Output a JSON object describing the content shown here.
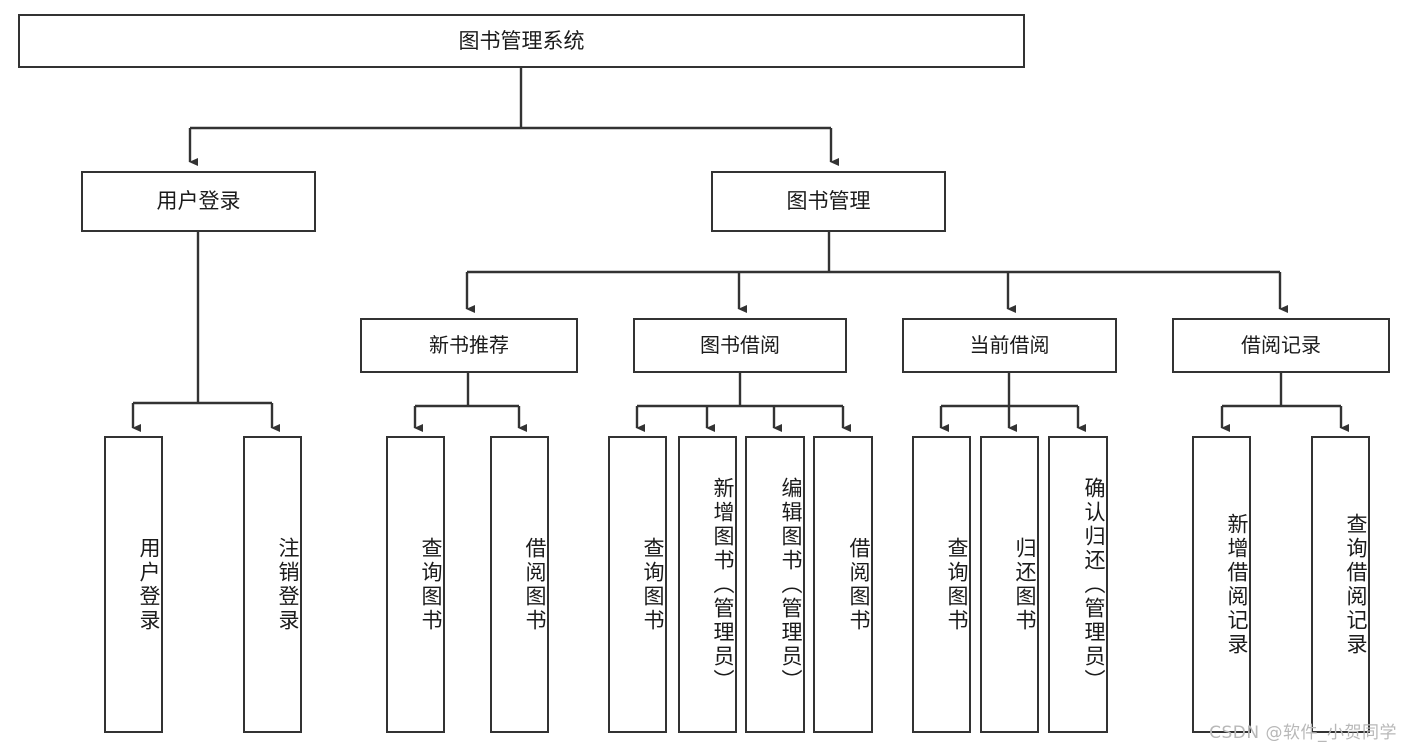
{
  "diagram": {
    "title_node": {
      "label": "图书管理系统"
    },
    "level2": [
      {
        "id": "user-login",
        "label": "用户登录"
      },
      {
        "id": "book-management",
        "label": "图书管理"
      }
    ],
    "level3": [
      {
        "id": "new-book-recommend",
        "label": "新书推荐"
      },
      {
        "id": "book-borrow",
        "label": "图书借阅"
      },
      {
        "id": "current-borrow",
        "label": "当前借阅"
      },
      {
        "id": "borrow-record",
        "label": "借阅记录"
      }
    ],
    "leaves": {
      "user_login": [
        {
          "id": "leaf-user-login",
          "label": "用户登录"
        },
        {
          "id": "leaf-logout-login",
          "label": "注销登录"
        }
      ],
      "new_book_recommend": [
        {
          "id": "leaf-query-book-1",
          "label": "查询图书"
        },
        {
          "id": "leaf-borrow-book-1",
          "label": "借阅图书"
        }
      ],
      "book_borrow": [
        {
          "id": "leaf-query-book-2",
          "label": "查询图书"
        },
        {
          "id": "leaf-add-book",
          "label": "新增图书（管理员）"
        },
        {
          "id": "leaf-edit-book",
          "label": "编辑图书（管理员）"
        },
        {
          "id": "leaf-borrow-book-2",
          "label": "借阅图书"
        }
      ],
      "current_borrow": [
        {
          "id": "leaf-query-book-3",
          "label": "查询图书"
        },
        {
          "id": "leaf-return-book",
          "label": "归还图书"
        },
        {
          "id": "leaf-confirm-return",
          "label": "确认归还（管理员）"
        }
      ],
      "borrow_record": [
        {
          "id": "leaf-add-record",
          "label": "新增借阅记录"
        },
        {
          "id": "leaf-query-record",
          "label": "查询借阅记录"
        }
      ]
    }
  },
  "watermark": {
    "text": "CSDN @软件_小贺同学"
  },
  "colors": {
    "stroke": "#333333",
    "background": "#ffffff",
    "text": "#1b1b1b",
    "watermark": "#b8b8b8"
  }
}
